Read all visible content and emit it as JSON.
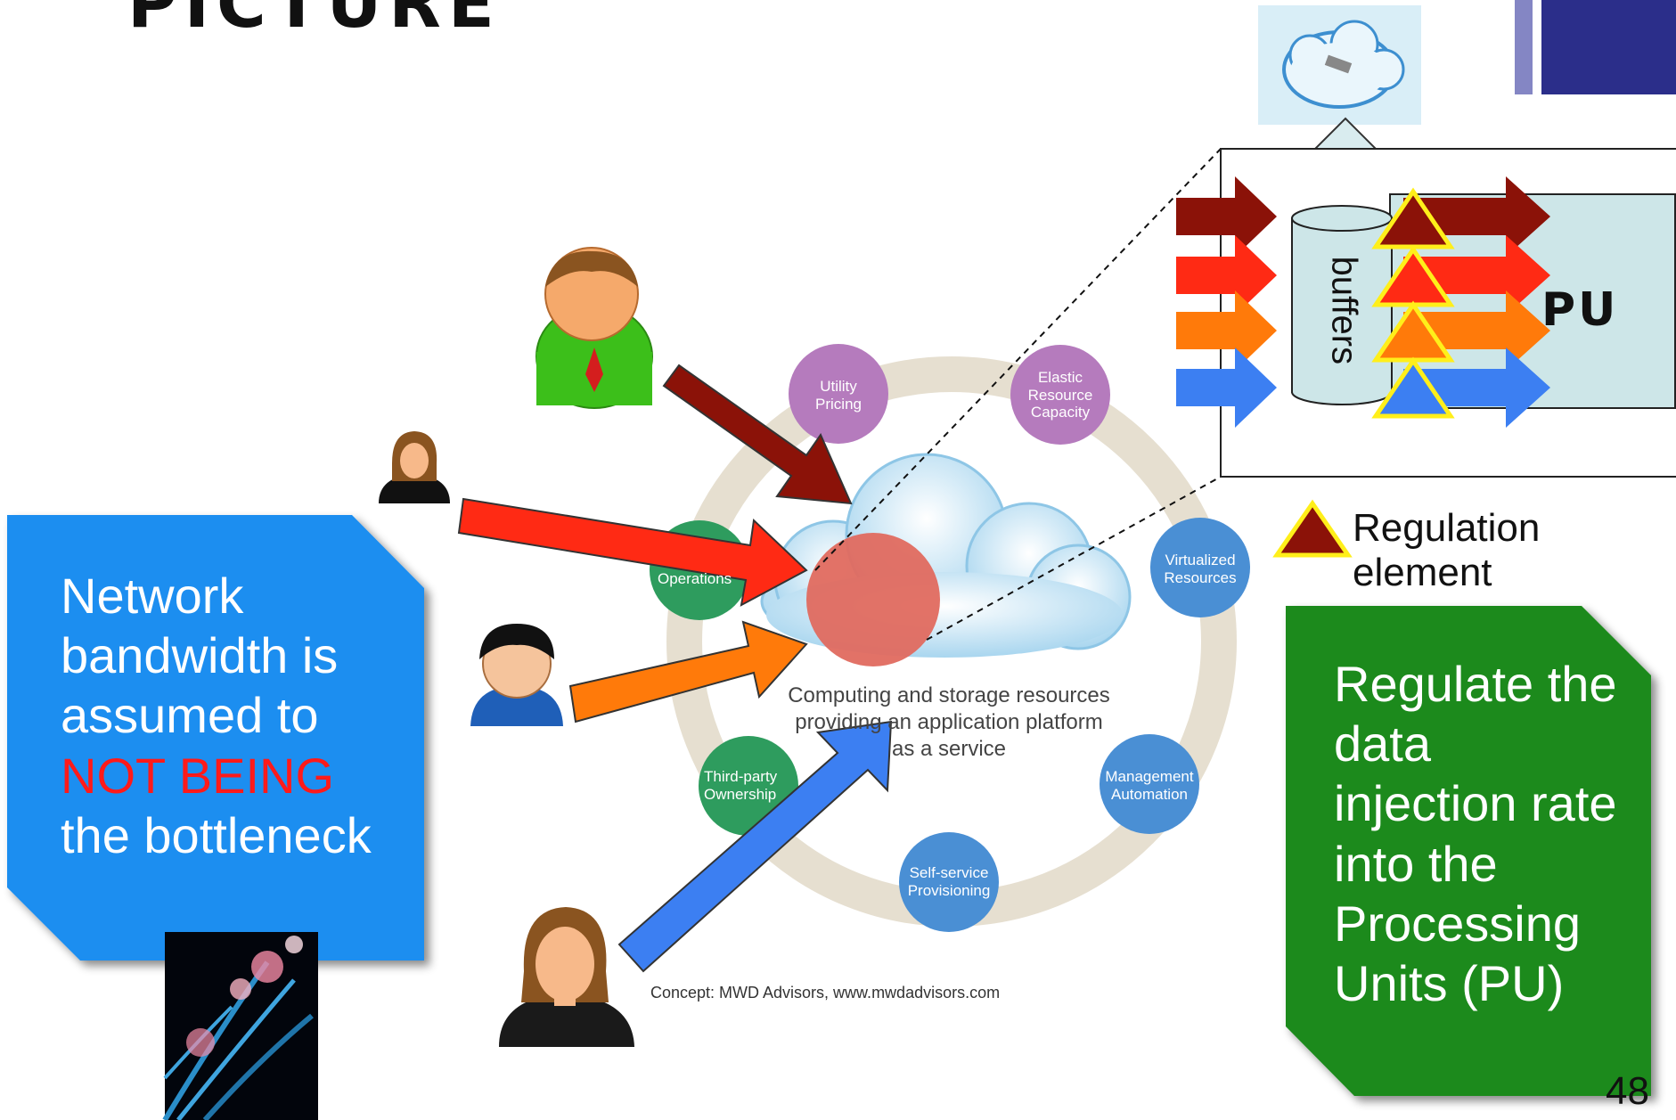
{
  "slide": {
    "title": "PICTURE",
    "page_number": "48"
  },
  "left_box": {
    "line1": "Network",
    "line2": "bandwidth is",
    "line3": "assumed to",
    "line4_highlight": "NOT BEING",
    "line5": "the bottleneck",
    "fill_color": "#1f8ef0",
    "highlight_color": "#ff1a1a"
  },
  "right_box": {
    "line1": "Regulate the",
    "line2": "data",
    "line3": "injection rate",
    "line4": "into the",
    "line5": "Processing",
    "line6": "Units (PU)",
    "fill_color": "#1a8a1a"
  },
  "cloud_diagram": {
    "caption_line1": "Computing and storage resources",
    "caption_line2": "providing an application platform",
    "caption_line3": "as a service",
    "credit": "Concept: MWD Advisors, www.mwdadvisors.com",
    "circles": [
      {
        "line1": "Utility",
        "line2": "Pricing",
        "line3": "",
        "color": "#b57bbd"
      },
      {
        "line1": "Elastic",
        "line2": "Resource",
        "line3": "Capacity",
        "color": "#b57bbd"
      },
      {
        "line1": "Virtualized",
        "line2": "Resources",
        "line3": "",
        "color": "#4a8fd4"
      },
      {
        "line1": "Management",
        "line2": "Automation",
        "line3": "",
        "color": "#4a8fd4"
      },
      {
        "line1": "Self-service",
        "line2": "Provisioning",
        "line3": "",
        "color": "#4a8fd4"
      },
      {
        "line1": "Third-party",
        "line2": "Ownership",
        "line3": "",
        "color": "#2e9c5e"
      },
      {
        "line1": "Operations",
        "line2": "",
        "line3": "",
        "color": "#2e9c5e"
      }
    ]
  },
  "pu_diagram": {
    "buffers_label": "buffers",
    "pu_label": "PU",
    "arrow_colors": [
      "#8b1208",
      "#ff2a14",
      "#ff7a0a",
      "#3c7ff2"
    ]
  },
  "legend": {
    "text": "Regulation element"
  },
  "icons": [
    "man-green-shirt-icon",
    "woman-small-icon",
    "boy-blue-shirt-icon",
    "woman-large-icon",
    "satellite-cloud-icon",
    "fiber-optic-image"
  ]
}
